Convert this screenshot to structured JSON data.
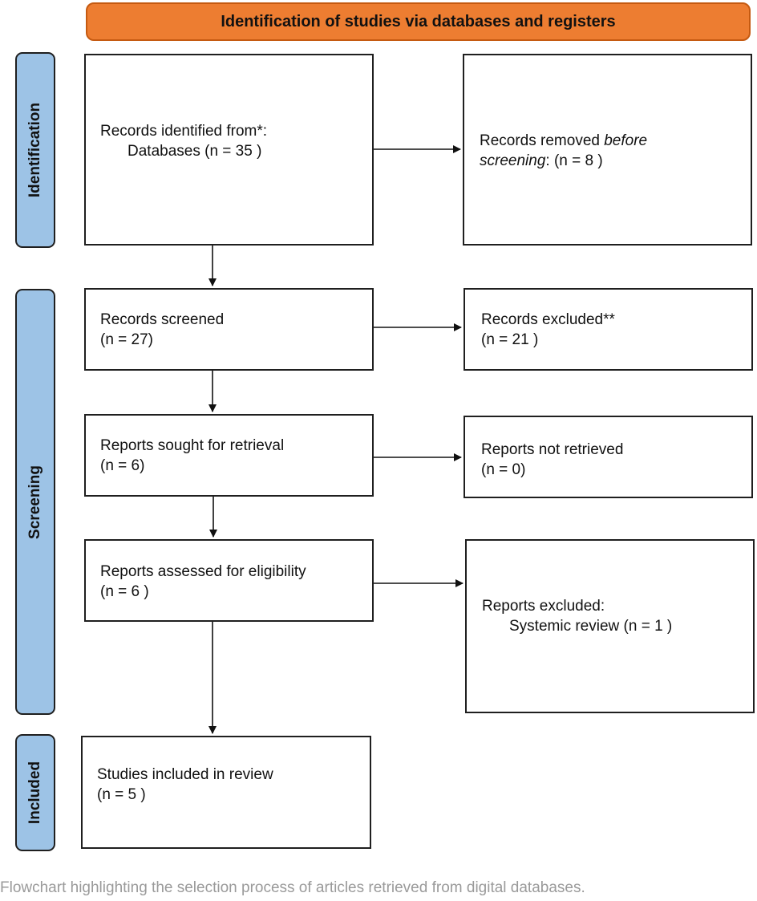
{
  "header": {
    "title": "Identification of studies via databases and registers"
  },
  "stages": {
    "identification": "Identification",
    "screening": "Screening",
    "included": "Included"
  },
  "boxes": {
    "records_identified": {
      "line1": "Records identified from*:",
      "line2": "Databases (n = 35 )"
    },
    "records_removed": {
      "line1_pre": "Records removed ",
      "line1_em": "before",
      "line2_em": "screening",
      "line2_post": ": (n = 8 )"
    },
    "records_screened": {
      "line1": "Records screened",
      "line2": "(n = 27)"
    },
    "records_excluded": {
      "line1": "Records excluded**",
      "line2": "(n = 21 )"
    },
    "reports_sought": {
      "line1": "Reports sought for retrieval",
      "line2": "(n = 6)"
    },
    "reports_not_retrieved": {
      "line1": "Reports not retrieved",
      "line2": "(n = 0)"
    },
    "reports_assessed": {
      "line1": "Reports assessed for eligibility",
      "line2": "(n = 6 )"
    },
    "reports_excluded": {
      "line1": "Reports excluded:",
      "line2": "Systemic review (n = 1 )"
    },
    "studies_included": {
      "line1": "Studies included in review",
      "line2": "(n = 5 )"
    }
  },
  "caption": "Flowchart highlighting the selection process of articles retrieved from digital databases.",
  "colors": {
    "header": "#ed7d31",
    "stage": "#9dc3e6",
    "border": "#1f1f1f",
    "caption": "#9a9a9a"
  }
}
